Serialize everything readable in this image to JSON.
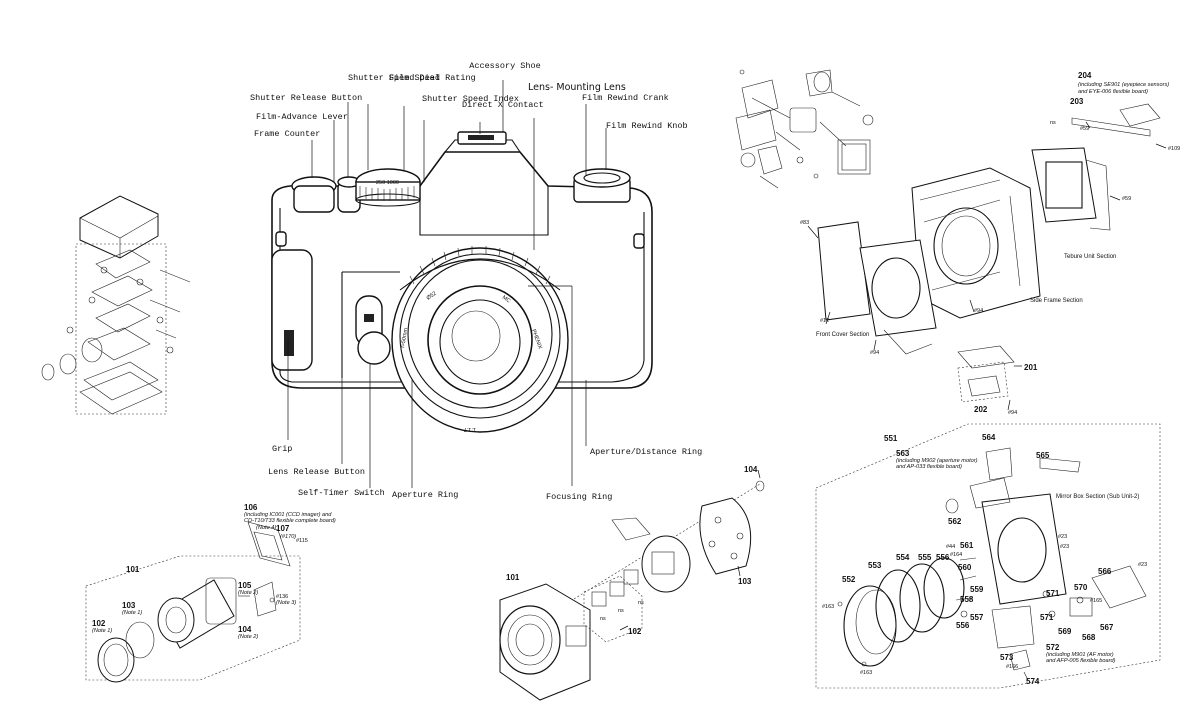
{
  "camera_labels": {
    "accessory_shoe": "Accessory Shoe",
    "lens_mounting_lens": "Lens- Mounting Lens",
    "direct_x_contact": "Direct X Contact",
    "shutter_speed_dial": "Shutter Speed Dial",
    "film_speed_rating": "Film Speed Rating",
    "shutter_speed_index": "Shutter Speed Index",
    "shutter_release_button": "Shutter Release Button",
    "film_advance_lever": "Film-Advance Lever",
    "frame_counter": "Frame Counter",
    "film_rewind_crank": "Film Rewind Crank",
    "film_rewind_knob": "Film Rewind Knob",
    "grip": "Grip",
    "lens_release_button": "Lens Release Button",
    "self_timer_switch": "Self-Timer Switch",
    "aperture_ring": "Aperture Ring",
    "focusing_ring": "Focusing Ring",
    "aperture_distance_ring": "Aperture/Distance Ring",
    "lens_text_1": "Ø52",
    "lens_text_2": "MC",
    "lens_text_3": "PHENIX",
    "lens_text_4": "f=50mm",
    "lens_text_5": "1:1.7"
  },
  "top_right_diagram": {
    "part_204": "204",
    "part_204_note": "(including SE901 (eyepiece sensors) and EYE-006 flexible board)",
    "part_203": "203",
    "part_201": "201",
    "part_202": "202",
    "screws": [
      "#59",
      "#109",
      "#59",
      "#83",
      "#12",
      "#94",
      "#94",
      "#94"
    ],
    "tiny_ns": "ns",
    "front_cover_section": "Front Cover Section",
    "side_frame_section": "Side Frame Section",
    "tebure_unit_section": "Tebure Unit Section"
  },
  "bottom_left_diagram": {
    "part_106": "106",
    "part_106_note": "(including IC001 (CCD imager) and CD-T10/T33 flexible complete board)",
    "note_4": "(Note 4)",
    "part_107": "107",
    "note_107": "(#170)",
    "screw_115": "#115",
    "part_101": "101",
    "part_105": "105",
    "note_105": "(Note 2)",
    "screw_136": "#136",
    "note_3": "(Note 3)",
    "part_103": "103",
    "note_103": "(Note 1)",
    "part_102": "102",
    "note_102": "(Note 1)",
    "part_104": "104",
    "note_104": "(Note 2)"
  },
  "bottom_center_diagram": {
    "part_104": "104",
    "part_101": "101",
    "part_102": "102",
    "part_103": "103",
    "ns_labels": [
      "ns",
      "ns",
      "ns"
    ]
  },
  "bottom_right_diagram": {
    "part_551": "551",
    "part_563": "563",
    "part_563_note": "(including M902 (aperture motor) and AP-033 flexible board)",
    "part_564": "564",
    "part_565": "565",
    "mirror_box_section": "Mirror Box Section (Sub Unit-2)",
    "part_562": "562",
    "part_554": "554",
    "part_555": "555",
    "part_553": "553",
    "part_552": "552",
    "part_561": "561",
    "part_560": "560",
    "part_559": "559",
    "part_558": "558",
    "part_557": "557",
    "part_556": "556",
    "part_566": "566",
    "part_570": "570",
    "part_571": "571",
    "part_567": "567",
    "part_568": "568",
    "part_569": "569",
    "part_572": "572",
    "part_572_note": "(including M901 (AF motor) and AFP-005 flexible board)",
    "part_573": "573",
    "part_574": "574",
    "screws": [
      "#44",
      "#164",
      "#23",
      "#23",
      "#163",
      "#165",
      "#23",
      "#163",
      "#166"
    ]
  }
}
